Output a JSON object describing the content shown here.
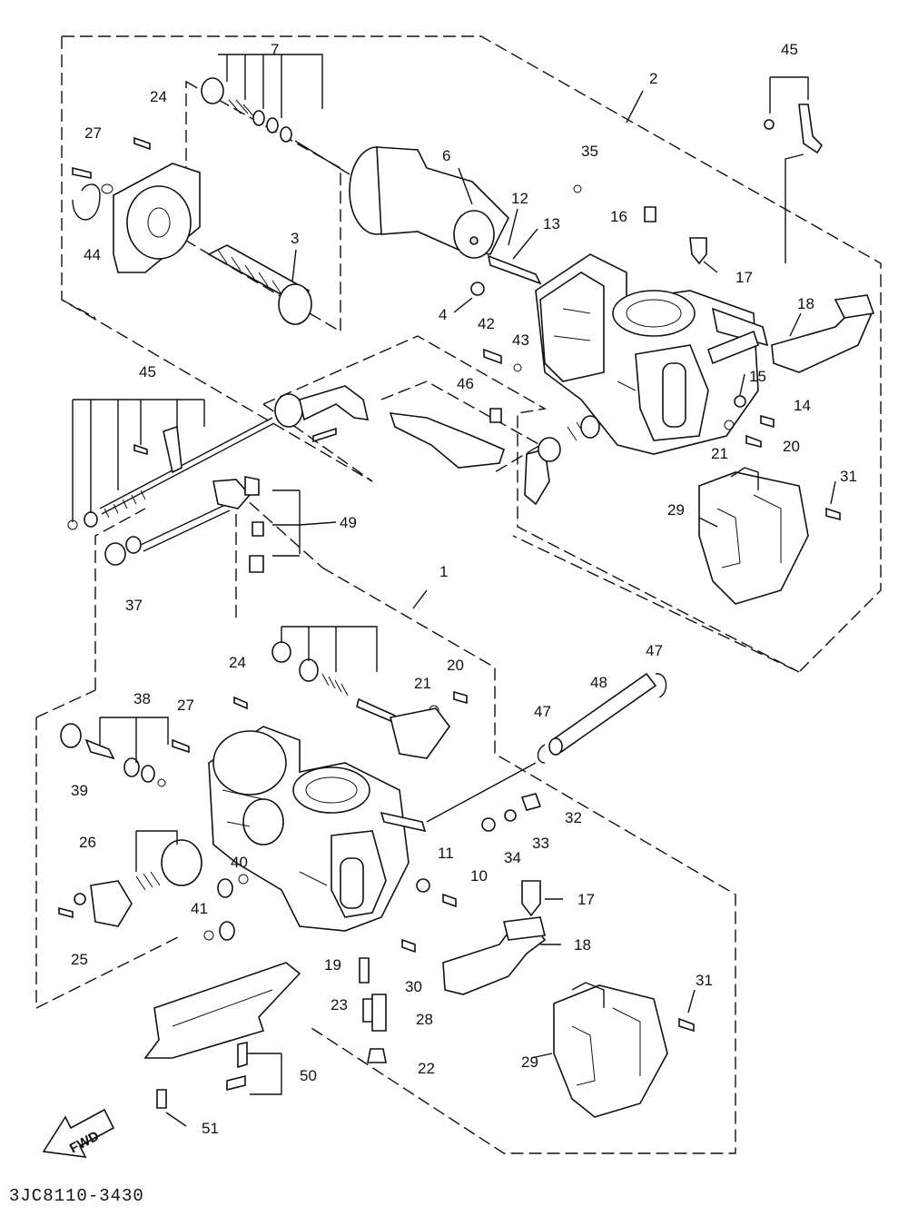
{
  "diagram": {
    "drawing_code": "3JC8110-3430",
    "direction_marker": "FWD",
    "callouts": [
      "1",
      "2",
      "3",
      "4",
      "6",
      "7",
      "10",
      "11",
      "12",
      "13",
      "14",
      "15",
      "16",
      "17",
      "18",
      "19",
      "20",
      "21",
      "22",
      "23",
      "24",
      "25",
      "26",
      "27",
      "28",
      "29",
      "30",
      "31",
      "32",
      "33",
      "34",
      "35",
      "37",
      "38",
      "39",
      "40",
      "41",
      "42",
      "43",
      "44",
      "45",
      "46",
      "47",
      "48",
      "49",
      "50",
      "51"
    ]
  }
}
